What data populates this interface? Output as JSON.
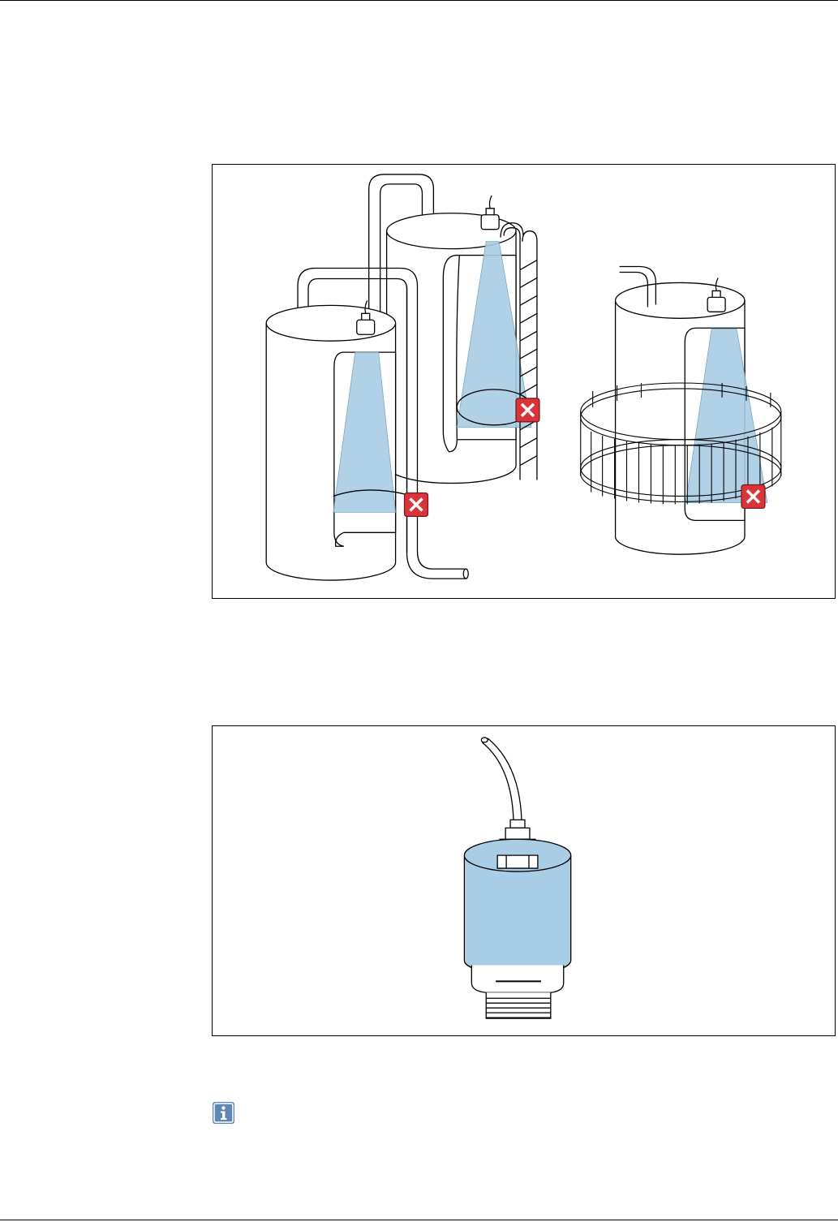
{
  "page": {
    "header_rule": "visible",
    "footer_rule": "visible"
  },
  "figures": [
    {
      "name": "tanks-with-internal-obstacles",
      "markers": [
        "x-marker",
        "x-marker",
        "x-marker"
      ],
      "beam_color": "#a9cde4",
      "marker_color": "#d8343a"
    },
    {
      "name": "sensor-with-highlighted-housing",
      "highlight_color": "#a9cde4"
    }
  ],
  "note": {
    "icon": "info-icon",
    "icon_color": "#5e87b4"
  }
}
